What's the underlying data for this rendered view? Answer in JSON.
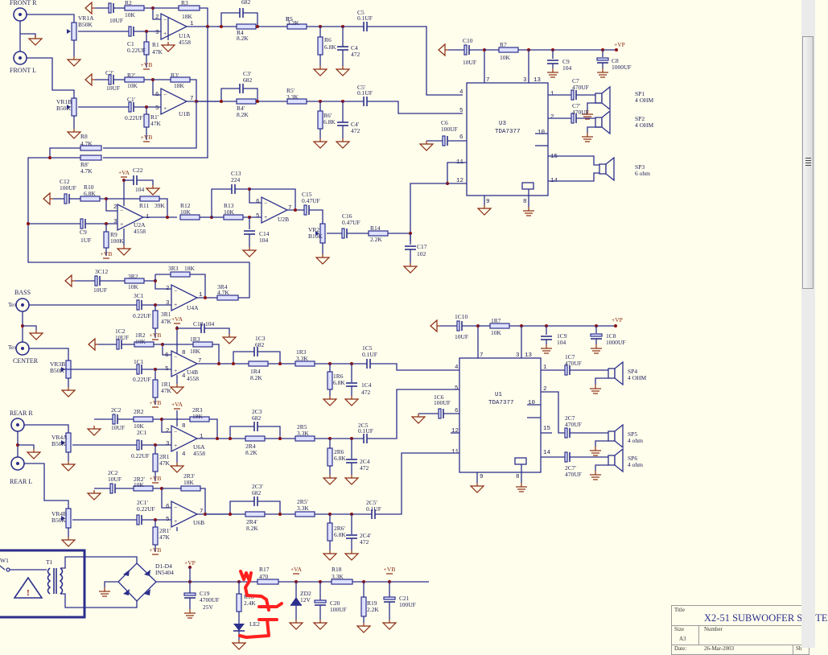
{
  "document": {
    "title": "X2-51 SUBWOOFER SYSTE",
    "size_label": "Size",
    "size": "A3",
    "number_label": "Number",
    "title_label": "Title",
    "date_label": "Date:",
    "date": "26-Mar-2003",
    "sheet_label": "Sh"
  },
  "connectors": {
    "front_r": "FRONT R",
    "front_l": "FRONT L",
    "bass": "BASS",
    "center": "CENTER",
    "rear_r": "REAR R",
    "rear_l": "REAR L",
    "tex": "Tex"
  },
  "power": {
    "vp": "+VP",
    "va": "+VA",
    "vb": "+VB"
  },
  "parts": {
    "vr1a": [
      "VR1A",
      "B50K"
    ],
    "vr1b": [
      "VR1B",
      "B50K"
    ],
    "c2": [
      "C2",
      "10UF"
    ],
    "r2": [
      "R2",
      "10K"
    ],
    "r3": [
      "R3",
      "18K"
    ],
    "c1": [
      "C1",
      "0.22UF"
    ],
    "r1": [
      "R1",
      "47K"
    ],
    "u1a": [
      "U1A",
      "4558"
    ],
    "c2p": [
      "C2'",
      "10UF"
    ],
    "r2p": [
      "R2'",
      "10K"
    ],
    "r3p": [
      "R3'",
      "18K"
    ],
    "c1p": [
      "C1'",
      "0.22UF"
    ],
    "r1p": [
      "R1'",
      "47K"
    ],
    "u1b": [
      "U1B",
      ""
    ],
    "c3": [
      "C3",
      "682"
    ],
    "r4": [
      "R4",
      "8.2K"
    ],
    "r5": [
      "R5",
      "3.3K"
    ],
    "c5": [
      "C5",
      "0.1UF"
    ],
    "r6": [
      "R6",
      "6.8K"
    ],
    "c4": [
      "C4",
      "472"
    ],
    "c3p": [
      "C3'",
      "682"
    ],
    "r4p": [
      "R4'",
      "8.2K"
    ],
    "r5p": [
      "R5'",
      "3.3K"
    ],
    "c5p": [
      "C5'",
      "0.1UF"
    ],
    "r6p": [
      "R6'",
      "6.8K"
    ],
    "c4p": [
      "C4'",
      "472"
    ],
    "r8": [
      "R8",
      "4.7K"
    ],
    "r8p": [
      "R8'",
      "4.7K"
    ],
    "c10": [
      "C10",
      "10UF"
    ],
    "r7": [
      "R7",
      "10K"
    ],
    "c9": [
      "C9",
      "104"
    ],
    "c8": [
      "C8",
      "1000UF"
    ],
    "u3": [
      "U3",
      "TDA7377"
    ],
    "c6": [
      "C6",
      "100UF"
    ],
    "c7": [
      "C7",
      "470UF"
    ],
    "c7p": [
      "C7'",
      "470UF"
    ],
    "sp1": [
      "SP1",
      "4 OHM"
    ],
    "sp2": [
      "SP2",
      "4 OHM"
    ],
    "sp3": [
      "SP3",
      "6 ohm"
    ],
    "c12": [
      "C12",
      "100UF"
    ],
    "r10": [
      "R10",
      "6.8K"
    ],
    "c22": [
      "C22",
      "104"
    ],
    "r11": [
      "R11",
      "39K"
    ],
    "c9b": [
      "C9",
      "1UF"
    ],
    "r9": [
      "R9",
      "100K"
    ],
    "u2a": [
      "U2A",
      "4558"
    ],
    "r12": [
      "R12",
      "10K"
    ],
    "c13": [
      "C13",
      "224"
    ],
    "r13": [
      "R13",
      "10K"
    ],
    "c14": [
      "C14",
      "104"
    ],
    "u2b": [
      "U2B",
      ""
    ],
    "c15": [
      "C15",
      "0.47UF"
    ],
    "vr2": [
      "VR2",
      "B10K"
    ],
    "c16": [
      "C16",
      "0.47UF"
    ],
    "r14": [
      "R14",
      "2.2K"
    ],
    "c17": [
      "C17",
      "102"
    ],
    "3c12": [
      "3C12",
      "10UF"
    ],
    "3r2": [
      "3R2",
      "10K"
    ],
    "3r3": [
      "3R3",
      "18K"
    ],
    "3c1": [
      "3C1",
      "0.22UF"
    ],
    "3r1": [
      "3R1",
      "47K"
    ],
    "u4a": [
      "U4A",
      ""
    ],
    "3r4": [
      "3R4",
      "4.7K"
    ],
    "1c2": [
      "1C2",
      "10UF"
    ],
    "1r2": [
      "1R2",
      "10K"
    ],
    "c18": [
      "C18",
      "104"
    ],
    "1r3": [
      "1R3",
      "18K"
    ],
    "vr3b": [
      "VR3B",
      "B50K"
    ],
    "1c1": [
      "1C1",
      "0.22UF"
    ],
    "1r1": [
      "1R1",
      "47K"
    ],
    "u4b": [
      "U4B",
      "4558"
    ],
    "1c3": [
      "1C3",
      "682"
    ],
    "1r4": [
      "1R4",
      "8.2K"
    ],
    "1r3b": [
      "1R3",
      "3.3K"
    ],
    "1c5": [
      "1C5",
      "0.1UF"
    ],
    "1r6": [
      "1R6",
      "6.8K"
    ],
    "1c4": [
      "1C4",
      "472"
    ],
    "1c10": [
      "1C10",
      "10UF"
    ],
    "1r7": [
      "1R7",
      "10K"
    ],
    "1c9": [
      "1C9",
      "104"
    ],
    "1c8": [
      "1C8",
      "1000UF"
    ],
    "u1": [
      "U1",
      "TDA7377"
    ],
    "1c6": [
      "1C6",
      "100UF"
    ],
    "1c7": [
      "1C7",
      "470UF"
    ],
    "2c7": [
      "2C7",
      "470UF"
    ],
    "2c7p": [
      "2C7'",
      "470UF"
    ],
    "sp4": [
      "SP4",
      "4 OHM"
    ],
    "sp5": [
      "SP5",
      "4 ohm"
    ],
    "sp6": [
      "SP6",
      "4 ohm"
    ],
    "2c2": [
      "2C2",
      "10UF"
    ],
    "2r2": [
      "2R2",
      "10K"
    ],
    "2r3": [
      "2R3",
      "18K"
    ],
    "vr4a": [
      "VR4A",
      "B50K"
    ],
    "2c1": [
      "2C1",
      "0.22UF"
    ],
    "2r1": [
      "2R1",
      "47K"
    ],
    "u6a": [
      "U6A",
      "4558"
    ],
    "2c2b": [
      "2C2",
      "10UF"
    ],
    "2r2p": [
      "2R2'",
      "10K"
    ],
    "2r3p": [
      "2R3'",
      "18K"
    ],
    "vr4b": [
      "VR4B",
      "B50K"
    ],
    "2c1p": [
      "2C1'",
      "0.22UF"
    ],
    "2r1p": [
      "2R1'",
      "47K"
    ],
    "u6b": [
      "U6B",
      ""
    ],
    "2c3": [
      "2C3",
      "682"
    ],
    "2r4": [
      "2R4",
      "8.2K"
    ],
    "2r5": [
      "2R5",
      "3.3K"
    ],
    "2c5": [
      "2C5",
      "0.1UF"
    ],
    "2r6": [
      "2R6",
      "6.8K"
    ],
    "2c4": [
      "2C4",
      "472"
    ],
    "2c3p": [
      "2C3'",
      "682"
    ],
    "2r4p": [
      "2R4'",
      "8.2K"
    ],
    "2r5p": [
      "2R5'",
      "3.3K"
    ],
    "2c5p": [
      "2C5'",
      "0.1UF"
    ],
    "2r6p": [
      "2R6'",
      "6.8K"
    ],
    "2c4p": [
      "2C4'",
      "472"
    ],
    "t1": [
      "T1",
      ""
    ],
    "sw": [
      "W1",
      ""
    ],
    "d1d4": [
      "D1-D4",
      "IN5404"
    ],
    "c19": [
      "C19",
      "4700UF",
      "25V"
    ],
    "r16": [
      "R16",
      "2.4K"
    ],
    "le2": [
      "LE2",
      ""
    ],
    "r17": [
      "R17",
      "470"
    ],
    "zd2": [
      "ZD2",
      "12V"
    ],
    "c20": [
      "C20",
      "100UF"
    ],
    "r18": [
      "R18",
      "3.3K"
    ],
    "r19": [
      "R19",
      "2.2K"
    ],
    "c21": [
      "C21",
      "100UF"
    ]
  }
}
